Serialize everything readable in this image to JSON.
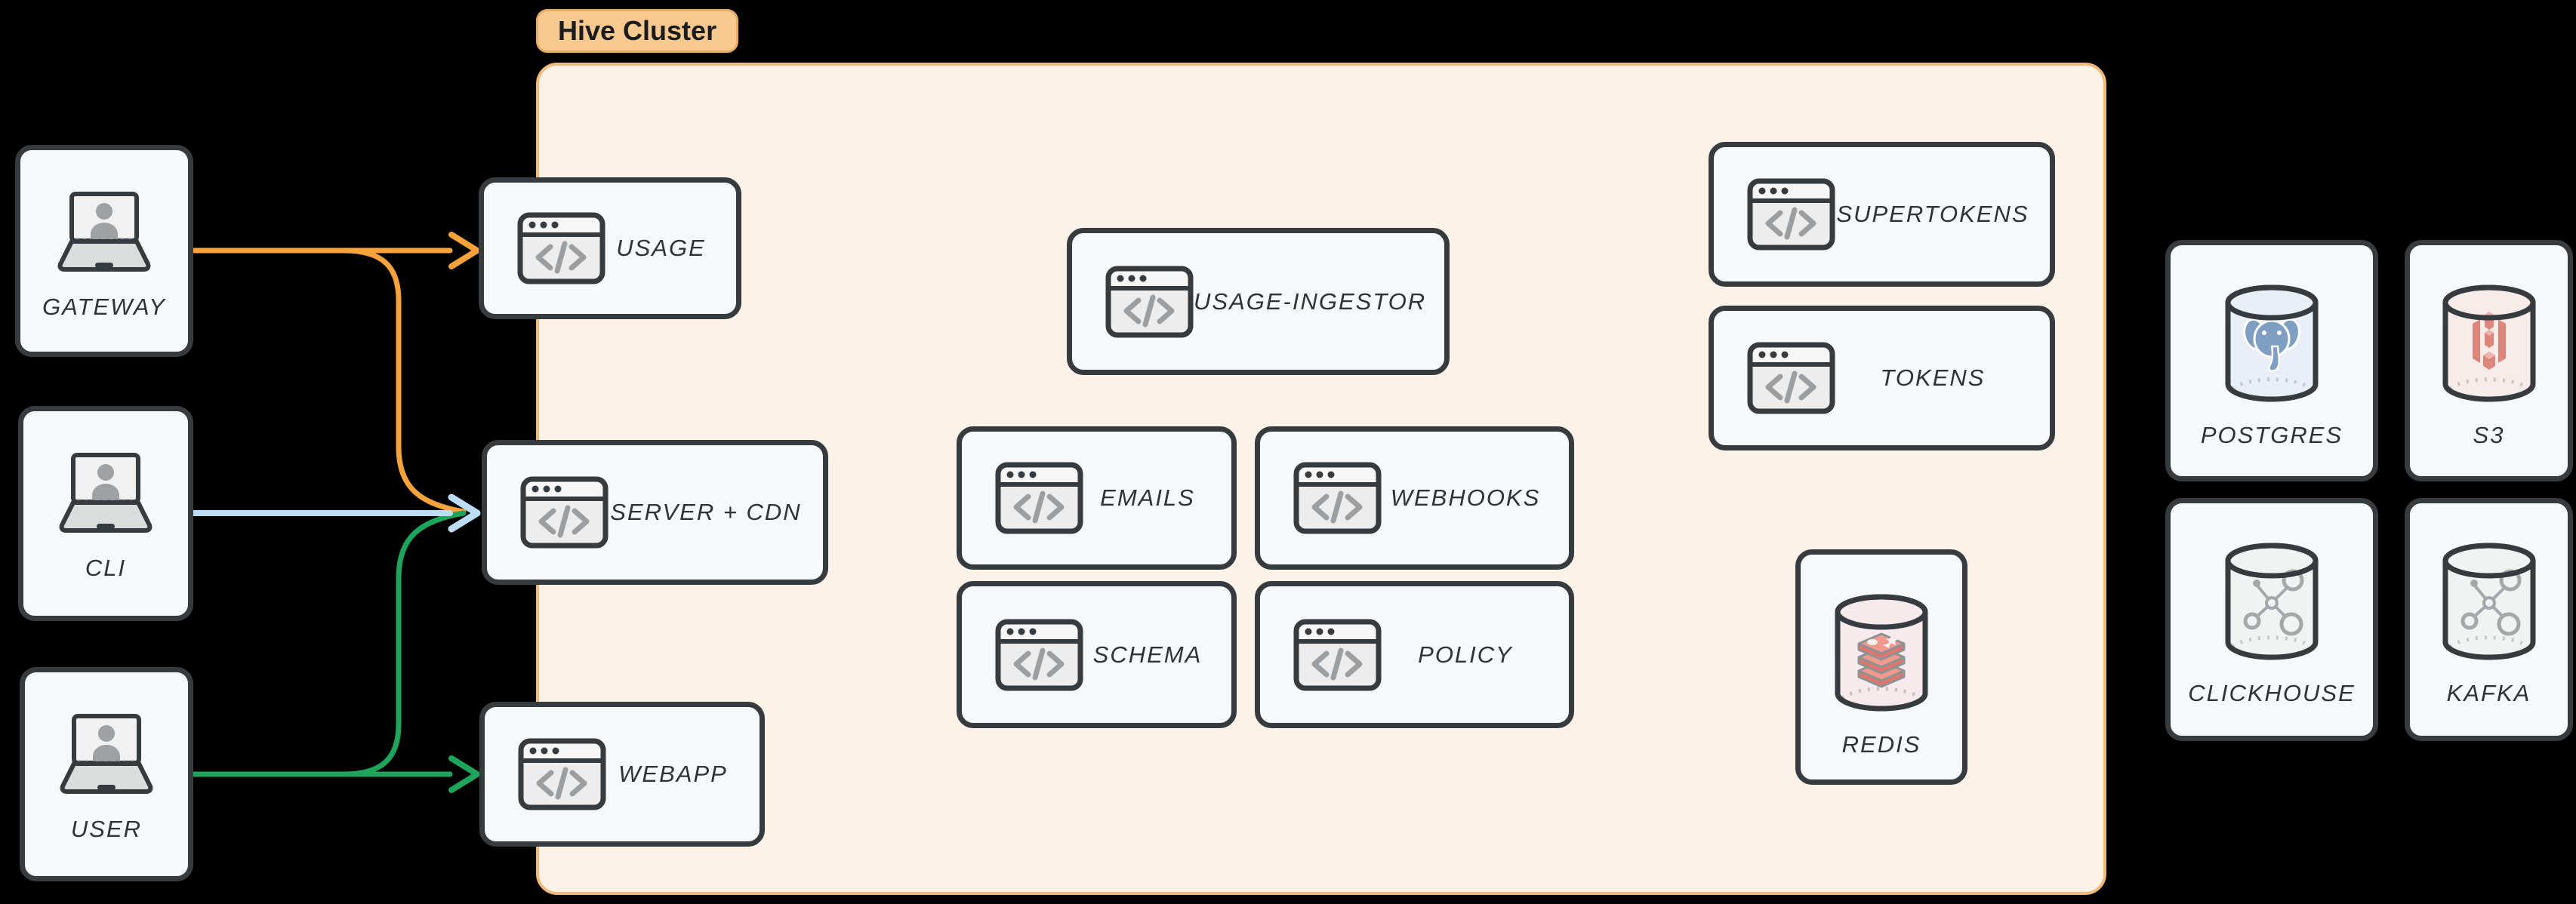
{
  "diagram": {
    "cluster": {
      "label": "Hive Cluster"
    },
    "nodes": {
      "gateway": {
        "label": "GATEWAY",
        "icon": "laptop-user-icon"
      },
      "cli": {
        "label": "CLI",
        "icon": "laptop-user-icon"
      },
      "user": {
        "label": "USER",
        "icon": "laptop-user-icon"
      },
      "usage": {
        "label": "USAGE",
        "icon": "code-window-icon"
      },
      "server_cdn": {
        "label": "SERVER + CDN",
        "icon": "code-window-icon"
      },
      "webapp": {
        "label": "WEBAPP",
        "icon": "code-window-icon"
      },
      "usage_ingestor": {
        "label": "USAGE-INGESTOR",
        "icon": "code-window-icon"
      },
      "emails": {
        "label": "EMAILS",
        "icon": "code-window-icon"
      },
      "webhooks": {
        "label": "WEBHOOKS",
        "icon": "code-window-icon"
      },
      "schema": {
        "label": "SCHEMA",
        "icon": "code-window-icon"
      },
      "policy": {
        "label": "POLICY",
        "icon": "code-window-icon"
      },
      "supertokens": {
        "label": "SUPERTOKENS",
        "icon": "code-window-icon"
      },
      "tokens": {
        "label": "TOKENS",
        "icon": "code-window-icon"
      },
      "redis": {
        "label": "REDIS",
        "icon": "redis-cylinder-icon"
      },
      "postgres": {
        "label": "POSTGRES",
        "icon": "postgres-cylinder-icon"
      },
      "s3": {
        "label": "S3",
        "icon": "s3-cylinder-icon"
      },
      "clickhouse": {
        "label": "CLICKHOUSE",
        "icon": "molecule-cylinder-icon"
      },
      "kafka": {
        "label": "KAFKA",
        "icon": "molecule-cylinder-icon"
      }
    },
    "edges": [
      {
        "from": "GATEWAY",
        "to": "USAGE",
        "color": "#F7A23B"
      },
      {
        "from": "GATEWAY",
        "to": "SERVER + CDN",
        "color": "#F7A23B"
      },
      {
        "from": "CLI",
        "to": "SERVER + CDN",
        "color": "#BDDCF6"
      },
      {
        "from": "USER",
        "to": "SERVER + CDN",
        "color": "#1FA45C"
      },
      {
        "from": "USER",
        "to": "WEBAPP",
        "color": "#1FA45C"
      }
    ],
    "colors": {
      "background": "#000000",
      "cluster_fill": "#FCF2E8",
      "cluster_border": "#F1BA7D",
      "cluster_label_fill": "#F7C98E",
      "node_fill": "#F7F8F9",
      "node_border": "#363B3F",
      "label_text": "#2E3337",
      "arrow_orange": "#F7A23B",
      "arrow_blue": "#BDDCF6",
      "arrow_green": "#1FA45C"
    }
  }
}
